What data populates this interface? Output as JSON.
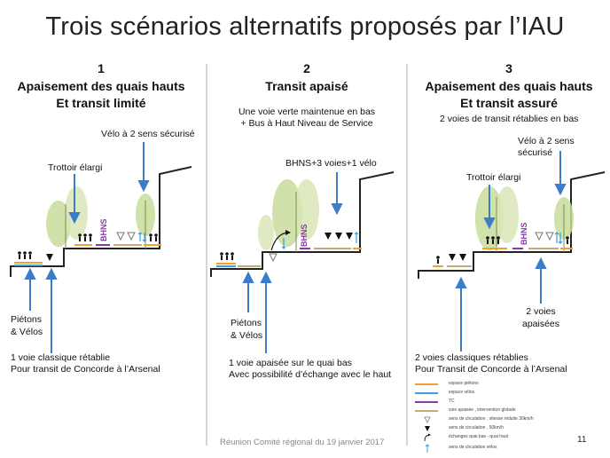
{
  "slide": {
    "title": "Trois scénarios alternatifs proposés par l’IAU",
    "footer": "Réunion Comité régional du 19 janvier 2017",
    "page_number": "11"
  },
  "scenarios": [
    {
      "number": "1",
      "title_line1": "Apaisement des quais hauts",
      "title_line2": "Et transit limité",
      "label_velo": "Vélo à 2 sens sécurisé",
      "label_trottoir": "Trottoir élargi",
      "label_bhns": "BHNS",
      "label_pietons_line1": "Piétons",
      "label_pietons_line2": "& Vélos",
      "caption_line1": "1 voie classique rétablie",
      "caption_line2": "Pour transit de Concorde à l’Arsenal"
    },
    {
      "number": "2",
      "title_line1": "Transit apaisé",
      "subtitle_line1": "Une voie verte maintenue en bas",
      "subtitle_line2": "+ Bus à Haut Niveau de Service",
      "label_bhns_voies": "BHNS+3 voies+1 vélo",
      "label_bhns": "BHNS",
      "label_pietons_line1": "Piétons",
      "label_pietons_line2": "& Vélos",
      "caption_line1": "1 voie apaisée sur le quai bas",
      "caption_line2": "Avec possibilité d’échange avec le haut"
    },
    {
      "number": "3",
      "title_line1": "Apaisement des quais hauts",
      "title_line2": "Et transit assuré",
      "subtitle_line1": "2 voies de transit rétablies en bas",
      "label_velo": "Vélo à 2 sens sécurisé",
      "label_trottoir": "Trottoir élargi",
      "label_bhns": "BHNS",
      "label_voies_line1": "2 voies",
      "label_voies_line2": "apaisées",
      "caption_line1": "2 voies classiques rétablies",
      "caption_line2": "Pour Transit de Concorde à l’Arsenal"
    }
  ],
  "legend": {
    "items": [
      {
        "label": "espace piétons",
        "color": "#f0a030",
        "icon": "line"
      },
      {
        "label": "espace vélos",
        "color": "#3aa0e0",
        "icon": "line"
      },
      {
        "label": "TC",
        "color": "#8a3aa8",
        "icon": "line"
      },
      {
        "label": "voie apaisée , intervention globale",
        "color": "#c8a878",
        "icon": "line"
      },
      {
        "label": "sens de circulation , vitesse réduite 30km/h",
        "color": "#777777",
        "icon": "triangle-outline-icon"
      },
      {
        "label": "sens de circulation , 50km/h",
        "color": "#111111",
        "icon": "triangle-filled-icon"
      },
      {
        "label": "échanges quai bas - quai haut",
        "color": "#111111",
        "icon": "curved-arrow-icon"
      },
      {
        "label": "sens de circulation vélos",
        "color": "#3aa0e0",
        "icon": "up-arrow-icon"
      }
    ]
  },
  "colors": {
    "pedestrian": "#f0a030",
    "bike": "#3aa0e0",
    "bus": "#8a3aa8",
    "calm_lane": "#c8a878",
    "tree": "#c8dc9a",
    "arrow_blue": "#3d7cc9"
  }
}
